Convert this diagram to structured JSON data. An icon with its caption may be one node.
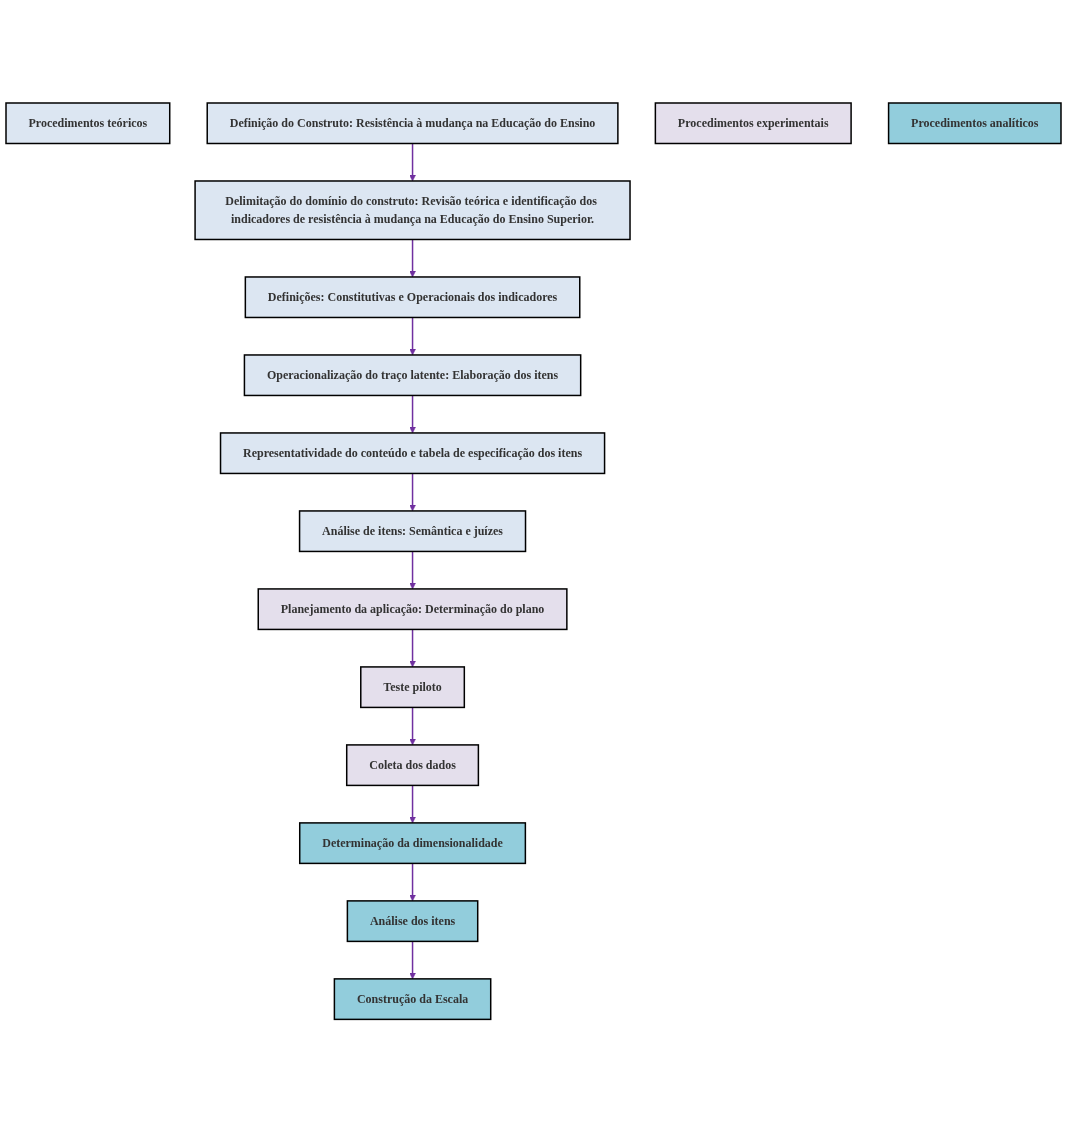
{
  "diagram": {
    "nodes": [
      {
        "text": [
          "Procedimentos teóricos"
        ]
      },
      {
        "text": [
          "Definição do Construto: Resistência à mudança na Educação do Ensino"
        ]
      },
      {
        "text": [
          "Delimitação do domínio do construto: Revisão teórica e identificação dos indicadores de resistência à mudança na Educação do Ensino Superior."
        ]
      },
      {
        "text": [
          "Definições: Constitutivas e Operacionais dos indicadores"
        ]
      },
      {
        "text": [
          "Operacionalização do traço latente: Elaboração dos itens"
        ]
      },
      {
        "text": [
          "Representatividade do conteúdo e tabela de especificação dos itens"
        ]
      },
      {
        "text": [
          "Análise de itens: Semântica e juízes"
        ]
      },
      {
        "text": [
          "Procedimentos experimentais"
        ]
      },
      {
        "text": [
          "Planejamento da aplicação: Determinação do plano"
        ]
      },
      {
        "text": [
          "Teste piloto"
        ]
      },
      {
        "text": [
          "Coleta dos dados"
        ]
      },
      {
        "text": [
          "Procedimentos analíticos"
        ]
      },
      {
        "text": [
          "Determinação da dimensionalidade"
        ]
      },
      {
        "text": [
          "Análise dos itens"
        ]
      },
      {
        "text": [
          "Construção da Escala"
        ]
      }
    ],
    "edges": [
      {
        "from": 1,
        "to": 2,
        "arrow": "to"
      },
      {
        "from": 2,
        "to": 3,
        "arrow": "to"
      },
      {
        "from": 3,
        "to": 4,
        "arrow": "to"
      },
      {
        "from": 4,
        "to": 5,
        "arrow": "to"
      },
      {
        "from": 5,
        "to": 6,
        "arrow": "to"
      },
      {
        "from": 6,
        "to": 8,
        "arrow": "to"
      },
      {
        "from": 8,
        "to": 9,
        "arrow": "to"
      },
      {
        "from": 9,
        "to": 10,
        "arrow": "to"
      },
      {
        "from": 10,
        "to": 12,
        "arrow": "to"
      },
      {
        "from": 12,
        "to": 13,
        "arrow": "to"
      },
      {
        "from": 13,
        "to": 14,
        "arrow": "to"
      }
    ]
  }
}
